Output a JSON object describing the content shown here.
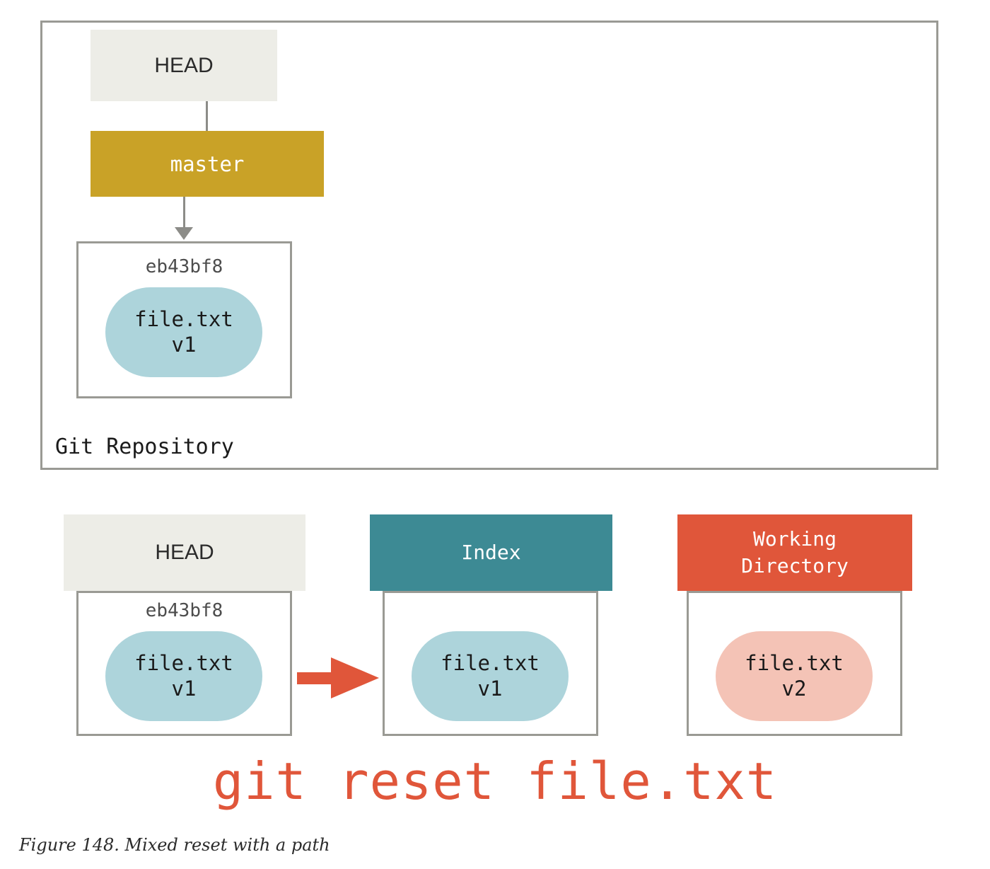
{
  "figure": {
    "caption": "Figure 148. Mixed reset with a path",
    "command": "git reset file.txt"
  },
  "repository": {
    "label": "Git Repository",
    "head": {
      "label": "HEAD"
    },
    "branch": {
      "label": "master",
      "color": "#C9A227"
    },
    "commit": {
      "id": "eb43bf8",
      "blob": {
        "filename": "file.txt",
        "version": "v1",
        "color": "#ADD4DB"
      }
    }
  },
  "trees": [
    {
      "id": "head",
      "header": "HEAD",
      "header_color": "#EDEDE7",
      "header_text_color": "#2b2b2b",
      "commit_id": "eb43bf8",
      "blob": {
        "filename": "file.txt",
        "version": "v1",
        "color": "#ADD4DB"
      }
    },
    {
      "id": "index",
      "header": "Index",
      "header_color": "#3D8A94",
      "header_text_color": "#ffffff",
      "commit_id": "",
      "blob": {
        "filename": "file.txt",
        "version": "v1",
        "color": "#ADD4DB"
      }
    },
    {
      "id": "working-directory",
      "header": "Working\nDirectory",
      "header_color": "#E0563A",
      "header_text_color": "#ffffff",
      "commit_id": "",
      "blob": {
        "filename": "file.txt",
        "version": "v2",
        "color": "#F4C3B6"
      }
    }
  ],
  "arrow": {
    "name": "head-to-index-arrow",
    "color": "#E0563A"
  },
  "colors": {
    "border_gray": "#9a9a94",
    "connector_gray": "#8c8c88",
    "accent_orange": "#E0563A",
    "teal": "#3D8A94",
    "gold": "#C9A227",
    "blob_blue": "#ADD4DB",
    "blob_pink": "#F4C3B6",
    "box_offwhite": "#EDEDE7"
  }
}
